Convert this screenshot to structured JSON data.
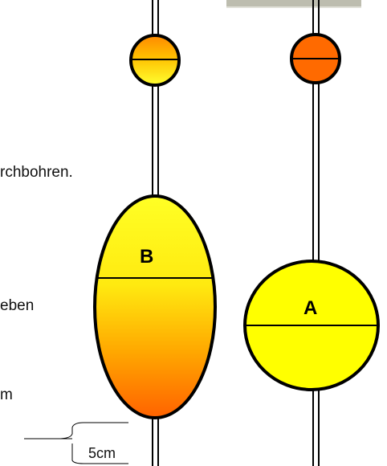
{
  "text_fragments": [
    "rchbohren.",
    "eben",
    "m"
  ],
  "scale": {
    "label": "5cm"
  },
  "floats": [
    {
      "label": "B",
      "shape": "elongated-oval",
      "fill_top": "#ffff22",
      "fill_bottom": "#ff6a00"
    },
    {
      "label": "A",
      "shape": "round",
      "fill": "#ffff00"
    }
  ],
  "colors": {
    "line": "#000000",
    "small_float_left_top": "#ffff20",
    "small_float_left_bottom": "#ff7200",
    "small_float_right": "#ff6a00",
    "grey_bar": "#bdbdaf"
  }
}
